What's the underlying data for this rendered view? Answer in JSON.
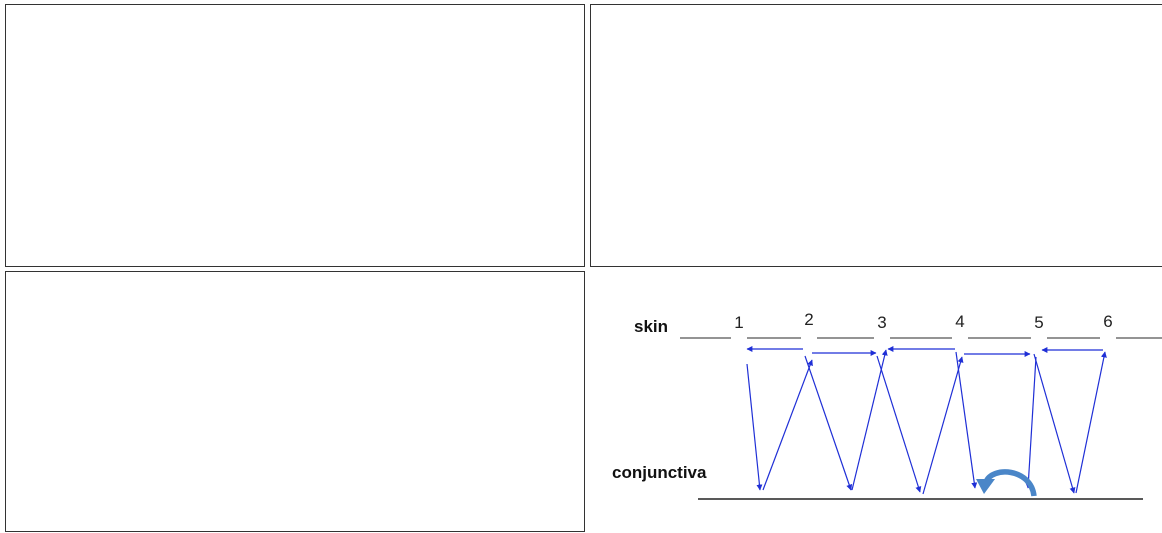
{
  "panels": {
    "top_left": "",
    "top_right": "",
    "bottom_left": ""
  },
  "diagram": {
    "layers": {
      "top": "skin",
      "bottom": "conjunctiva"
    },
    "points": [
      "1",
      "2",
      "3",
      "4",
      "5",
      "6"
    ],
    "colors": {
      "suture": "#1f2fd6",
      "reversal": "#4a86c8",
      "line": "#222222",
      "skin_line": "#555555"
    },
    "icons": {
      "reversal": "curved-arrow-icon"
    }
  }
}
